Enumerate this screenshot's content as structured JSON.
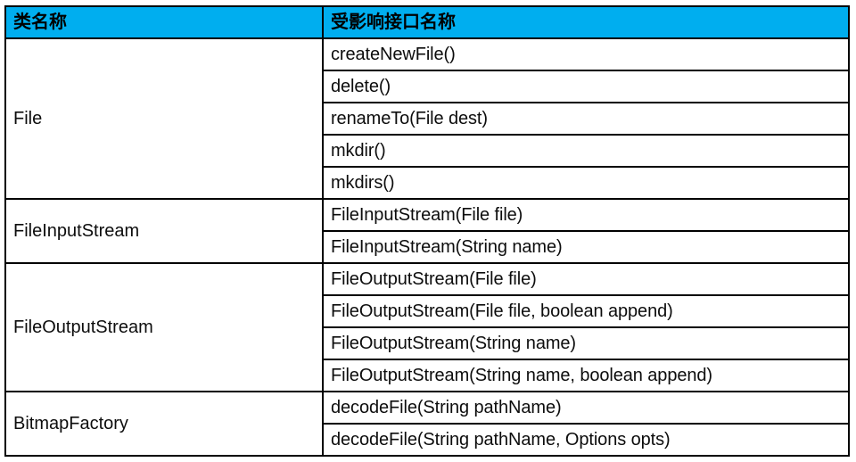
{
  "table": {
    "headers": {
      "class_name": "类名称",
      "affected_api": "受影响接口名称"
    },
    "header_bg_color": "#00AEEF",
    "border_color": "#000000",
    "text_color": "#0d0d0d",
    "groups": [
      {
        "class_name": "File",
        "methods": [
          "createNewFile()",
          "delete()",
          "renameTo(File dest)",
          "mkdir()",
          "mkdirs()"
        ]
      },
      {
        "class_name": "FileInputStream",
        "methods": [
          "FileInputStream(File file)",
          "FileInputStream(String name)"
        ]
      },
      {
        "class_name": "FileOutputStream",
        "methods": [
          "FileOutputStream(File file)",
          "FileOutputStream(File file, boolean append)",
          "FileOutputStream(String name)",
          "FileOutputStream(String name, boolean append)"
        ]
      },
      {
        "class_name": "BitmapFactory",
        "methods": [
          "decodeFile(String pathName)",
          "decodeFile(String pathName, Options opts)"
        ]
      }
    ]
  }
}
